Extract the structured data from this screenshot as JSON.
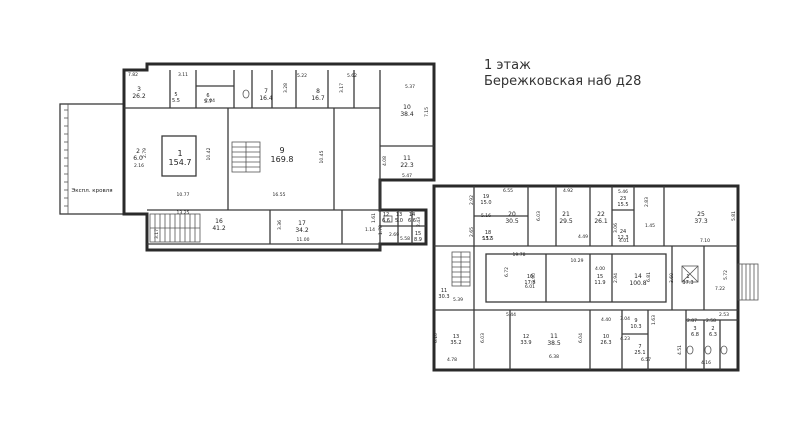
{
  "header": {
    "floor": "1 этаж",
    "address": "Бережковская наб д28"
  },
  "roof_label": "Экспл. кровля",
  "rooms": [
    {
      "id": "r1",
      "num": "1",
      "area": "154.7"
    },
    {
      "id": "r2",
      "num": "2",
      "area": "6.0"
    },
    {
      "id": "r3",
      "num": "3",
      "area": "26.2"
    },
    {
      "id": "r5",
      "num": "5",
      "area": "5.5"
    },
    {
      "id": "r6",
      "num": "6",
      "area": "5.7"
    },
    {
      "id": "r7",
      "num": "7",
      "area": "16.4"
    },
    {
      "id": "r8",
      "num": "8",
      "area": "16.7"
    },
    {
      "id": "r9",
      "num": "9",
      "area": "169.8"
    },
    {
      "id": "r10",
      "num": "10",
      "area": "38.4"
    },
    {
      "id": "r11",
      "num": "11",
      "area": "22.3"
    },
    {
      "id": "r16",
      "num": "16",
      "area": "41.2"
    },
    {
      "id": "r17",
      "num": "17",
      "area": "34.2"
    },
    {
      "id": "r12b",
      "num": "12",
      "area": "6.6"
    },
    {
      "id": "r13b",
      "num": "13",
      "area": "5.0"
    },
    {
      "id": "r14b",
      "num": "14",
      "area": "6.6"
    },
    {
      "id": "r15b",
      "num": "15",
      "area": "8.9"
    },
    {
      "id": "r19",
      "num": "19",
      "area": "15.0"
    },
    {
      "id": "r18",
      "num": "18",
      "area": "15.5"
    },
    {
      "id": "r20",
      "num": "20",
      "area": "30.5"
    },
    {
      "id": "r21",
      "num": "21",
      "area": "29.5"
    },
    {
      "id": "r22",
      "num": "22",
      "area": "26.1"
    },
    {
      "id": "r23",
      "num": "23",
      "area": "15.5"
    },
    {
      "id": "r24",
      "num": "24",
      "area": "12.3"
    },
    {
      "id": "r25",
      "num": "25",
      "area": "37.3"
    },
    {
      "id": "r16e",
      "num": "16",
      "area": "17.8"
    },
    {
      "id": "r15e",
      "num": "15",
      "area": "11.9"
    },
    {
      "id": "r14e",
      "num": "14",
      "area": "100.8"
    },
    {
      "id": "r11e",
      "num": "11",
      "area": "30.3"
    },
    {
      "id": "r13e",
      "num": "13",
      "area": "35.2"
    },
    {
      "id": "r12e",
      "num": "12",
      "area": "33.9"
    },
    {
      "id": "r11s",
      "num": "11",
      "area": "38.5"
    },
    {
      "id": "r10s",
      "num": "10",
      "area": "26.3"
    },
    {
      "id": "r9s",
      "num": "9",
      "area": "10.3"
    },
    {
      "id": "r7s",
      "num": "7",
      "area": "25.1"
    },
    {
      "id": "r3s",
      "num": "3",
      "area": "6.8"
    },
    {
      "id": "r2s",
      "num": "2",
      "area": "6.3"
    },
    {
      "id": "r1s",
      "num": "1",
      "area": "37.3"
    }
  ],
  "dims": [
    {
      "id": "d1",
      "text": "7.82"
    },
    {
      "id": "d2",
      "text": "3.11"
    },
    {
      "id": "d3",
      "text": "5.22"
    },
    {
      "id": "d4",
      "text": "5.62"
    },
    {
      "id": "d5",
      "text": "5.37"
    },
    {
      "id": "d6",
      "text": "3.28"
    },
    {
      "id": "d7",
      "text": "3.17"
    },
    {
      "id": "d8",
      "text": "2.04"
    },
    {
      "id": "d9",
      "text": "2.16"
    },
    {
      "id": "d10",
      "text": "2.79"
    },
    {
      "id": "d11",
      "text": "10.42"
    },
    {
      "id": "d12",
      "text": "10.45"
    },
    {
      "id": "d13",
      "text": "10.77"
    },
    {
      "id": "d14",
      "text": "16.55"
    },
    {
      "id": "d15",
      "text": "7.15"
    },
    {
      "id": "d16",
      "text": "4.08"
    },
    {
      "id": "d17",
      "text": "5.47"
    },
    {
      "id": "d18",
      "text": "13.25"
    },
    {
      "id": "d19",
      "text": "3.17"
    },
    {
      "id": "d20",
      "text": "3.36"
    },
    {
      "id": "d21",
      "text": "11.00"
    },
    {
      "id": "d22",
      "text": "1.61"
    },
    {
      "id": "d23",
      "text": "2.69"
    },
    {
      "id": "d24",
      "text": "1.78"
    },
    {
      "id": "d25",
      "text": "2.43"
    },
    {
      "id": "d26",
      "text": "1.14"
    },
    {
      "id": "d27",
      "text": "5.58"
    },
    {
      "id": "d28",
      "text": "5.16"
    },
    {
      "id": "d29",
      "text": "5.17"
    },
    {
      "id": "d30",
      "text": "2.92"
    },
    {
      "id": "d31",
      "text": "2.65"
    },
    {
      "id": "d32",
      "text": "6.55"
    },
    {
      "id": "d33",
      "text": "4.92"
    },
    {
      "id": "d34",
      "text": "6.03"
    },
    {
      "id": "d35",
      "text": "5.46"
    },
    {
      "id": "d36",
      "text": "2.83"
    },
    {
      "id": "d37",
      "text": "3.06"
    },
    {
      "id": "d38",
      "text": "4.49"
    },
    {
      "id": "d39",
      "text": "4.01"
    },
    {
      "id": "d40",
      "text": "1.45"
    },
    {
      "id": "d41",
      "text": "7.10"
    },
    {
      "id": "d42",
      "text": "5.81"
    },
    {
      "id": "d43",
      "text": "19.78"
    },
    {
      "id": "d44",
      "text": "10.29"
    },
    {
      "id": "d45",
      "text": "4.00"
    },
    {
      "id": "d46",
      "text": "6.72"
    },
    {
      "id": "d47",
      "text": "2.90"
    },
    {
      "id": "d48",
      "text": "6.01"
    },
    {
      "id": "d49",
      "text": "2.94"
    },
    {
      "id": "d50",
      "text": "6.81"
    },
    {
      "id": "d51",
      "text": "3.60"
    },
    {
      "id": "d52",
      "text": "5.72"
    },
    {
      "id": "d53",
      "text": "7.22"
    },
    {
      "id": "d54",
      "text": "5.39"
    },
    {
      "id": "d55",
      "text": "5.44"
    },
    {
      "id": "d56",
      "text": "6.10"
    },
    {
      "id": "d57",
      "text": "6.03"
    },
    {
      "id": "d58",
      "text": "6.04"
    },
    {
      "id": "d59",
      "text": "4.40"
    },
    {
      "id": "d60",
      "text": "1.63"
    },
    {
      "id": "d61",
      "text": "3.04"
    },
    {
      "id": "d62",
      "text": "4.23"
    },
    {
      "id": "d63",
      "text": "2.53"
    },
    {
      "id": "d64",
      "text": "4.51"
    },
    {
      "id": "d65",
      "text": "4.78"
    },
    {
      "id": "d66",
      "text": "6.38"
    },
    {
      "id": "d67",
      "text": "6.57"
    },
    {
      "id": "d68",
      "text": "4.16"
    },
    {
      "id": "d69",
      "text": "2.58"
    },
    {
      "id": "d70",
      "text": "2.87"
    }
  ]
}
